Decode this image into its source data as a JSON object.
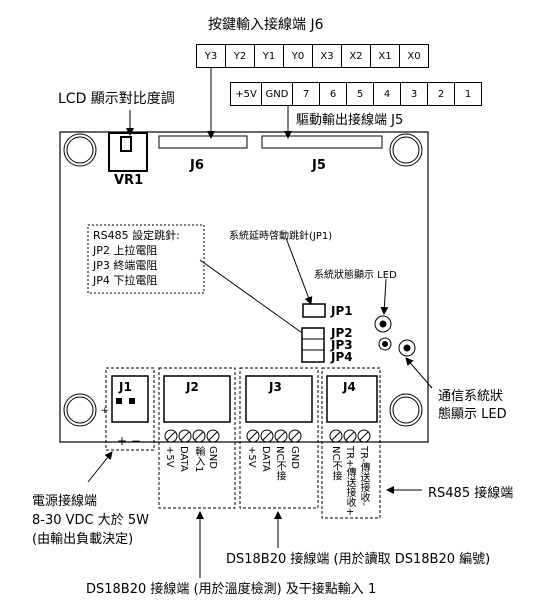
{
  "top_connector": {
    "title": "按鍵輸入接線端 J6",
    "pins": [
      "Y3",
      "Y2",
      "Y1",
      "Y0",
      "X3",
      "X2",
      "X1",
      "X0"
    ]
  },
  "output_connector": {
    "title": "驅動輸出接線端 J5",
    "pins": [
      "+5V",
      "GND",
      "7",
      "6",
      "5",
      "4",
      "3",
      "2",
      "1"
    ]
  },
  "lcd_label": "LCD 顯示對比度調",
  "board": {
    "vr1": "VR1",
    "j6": "J6",
    "j5": "J5",
    "jp1": "JP1",
    "jp2": "JP2",
    "jp3": "JP3",
    "jp4": "JP4",
    "j1": "J1",
    "j2": "J2",
    "j3": "J3",
    "j4": "J4",
    "plus": "+",
    "j1_pins": "+ −"
  },
  "rs485_box": {
    "title": "RS485 設定跳針:",
    "lines": [
      "JP2 上拉電阻",
      "JP3 終端電阻",
      "JP4 下拉電阻"
    ]
  },
  "jp1_label": "系統延時啓動跳針(JP1)",
  "status_led_label": "系統狀態顯示 LED",
  "comm_led_label": [
    "通信系統狀",
    "態顯示 LED"
  ],
  "j2_pins": [
    "+5V",
    "DATA",
    "輸入1",
    "GND"
  ],
  "j3_pins": [
    "+5V",
    "DATA",
    "NC不接",
    "GND"
  ],
  "j4_pins": [
    "NC不接",
    "TR+傳送接收+",
    "TR-傳送接收-"
  ],
  "power_label": [
    "電源接線端",
    "8-30 VDC 大於 5W",
    "(由輸出負載決定)"
  ],
  "rs485_terminal_label": "RS485 接線端",
  "ds18b20_read_label": "DS18B20 接線端 (用於讀取 DS18B20 編號)",
  "ds18b20_temp_label": "DS18B20 接線端 (用於溫度檢測) 及干接點輸入 1"
}
